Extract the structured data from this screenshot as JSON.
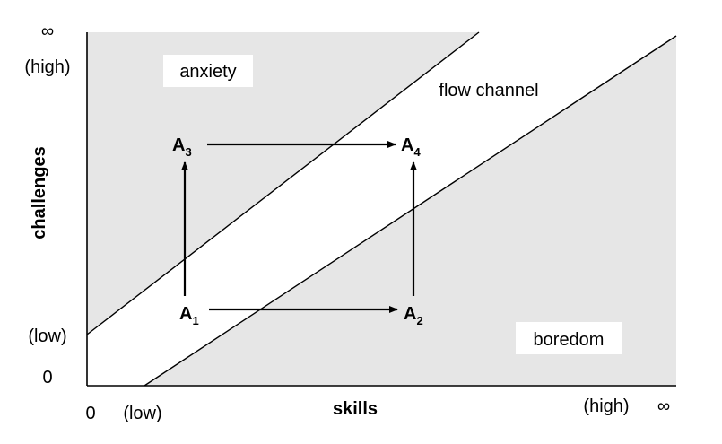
{
  "regions": {
    "anxiety": "anxiety",
    "flow": "flow channel",
    "boredom": "boredom"
  },
  "axes": {
    "y_title": "challenges",
    "x_title": "skills",
    "y_ticks": {
      "infinity": "∞",
      "high": "(high)",
      "low": "(low)",
      "zero": "0"
    },
    "x_ticks": {
      "zero": "0",
      "low": "(low)",
      "high": "(high)",
      "infinity": "∞"
    }
  },
  "nodes": {
    "a1": {
      "letter": "A",
      "index": "1"
    },
    "a2": {
      "letter": "A",
      "index": "2"
    },
    "a3": {
      "letter": "A",
      "index": "3"
    },
    "a4": {
      "letter": "A",
      "index": "4"
    }
  },
  "colors": {
    "shaded_region": "#e6e6e6",
    "background": "#ffffff",
    "line": "#000000"
  }
}
